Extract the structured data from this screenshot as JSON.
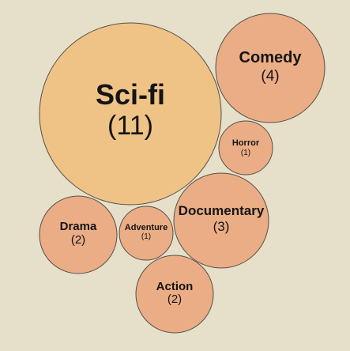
{
  "chart_data": {
    "type": "bubble",
    "title": "",
    "items": [
      {
        "name": "Sci-fi",
        "count_label": "(11)",
        "value": 11,
        "color": "#efc385"
      },
      {
        "name": "Comedy",
        "count_label": "(4)",
        "value": 4,
        "color": "#ebad85"
      },
      {
        "name": "Horror",
        "count_label": "(1)",
        "value": 1,
        "color": "#ebad85"
      },
      {
        "name": "Documentary",
        "count_label": "(3)",
        "value": 3,
        "color": "#ebad85"
      },
      {
        "name": "Drama",
        "count_label": "(2)",
        "value": 2,
        "color": "#ebad85"
      },
      {
        "name": "Adventure",
        "count_label": "(1)",
        "value": 1,
        "color": "#ebad85"
      },
      {
        "name": "Action",
        "count_label": "(2)",
        "value": 2,
        "color": "#ebad85"
      }
    ]
  }
}
